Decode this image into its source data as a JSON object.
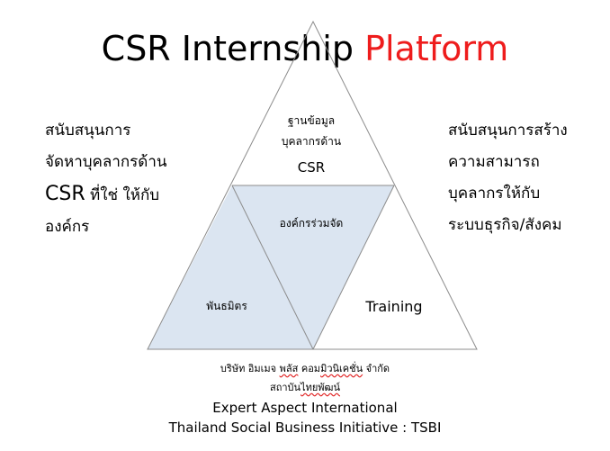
{
  "title": {
    "main": "CSR Internship",
    "accent": "Platform",
    "accent_color": "#ee1c1c"
  },
  "left_text": {
    "line1": "สนับสนุนการ",
    "line2": "จัดหาบุคลากรด้าน",
    "line3_bold": "CSR",
    "line3_rest": " ที่ใช่ ให้กับ",
    "line4": "องค์กร"
  },
  "right_text": {
    "line1": "สนับสนุนการสร้าง",
    "line2": "ความสามารถ",
    "line3": "บุคลากรให้กับ",
    "line4": "ระบบธุรกิจ/สังคม"
  },
  "diagram": {
    "top_section": {
      "line1": "ฐานข้อมูล",
      "line2": "บุคลากรด้าน",
      "line3": "CSR"
    },
    "middle_section": "องค์กรร่วมจัด",
    "left_section": "พันธมิตร",
    "right_section": "Training",
    "fill_color": "#dbe5f1"
  },
  "footer": {
    "company": {
      "part1": "บริษัท อิมเมจ ",
      "part2": "พลัส",
      "part3": " คอม",
      "part4": "มิวนิเคชั่น",
      "part5": " จำกัด"
    },
    "institute": {
      "part1": "สถาบัน",
      "part2": "ไทยพัฒน์"
    },
    "org1": "Expert Aspect International",
    "org2": "Thailand Social Business Initiative : TSBI"
  }
}
